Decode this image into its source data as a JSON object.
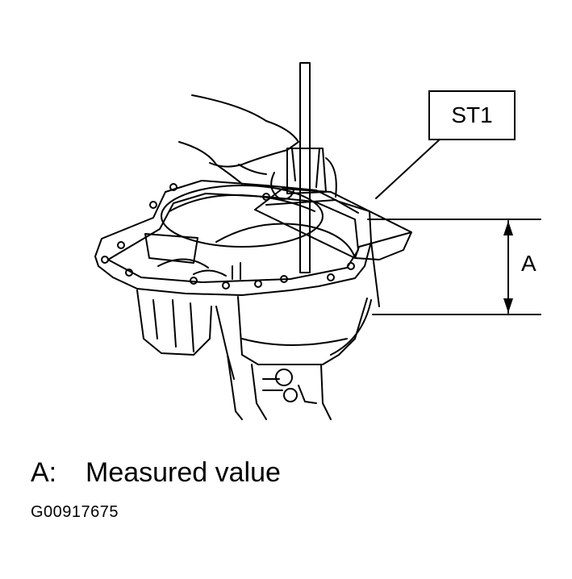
{
  "callout": {
    "tool_label": "ST1"
  },
  "dimension": {
    "label": "A"
  },
  "legend": {
    "key": "A:",
    "text": "Measured value"
  },
  "figure_id": "G00917675"
}
